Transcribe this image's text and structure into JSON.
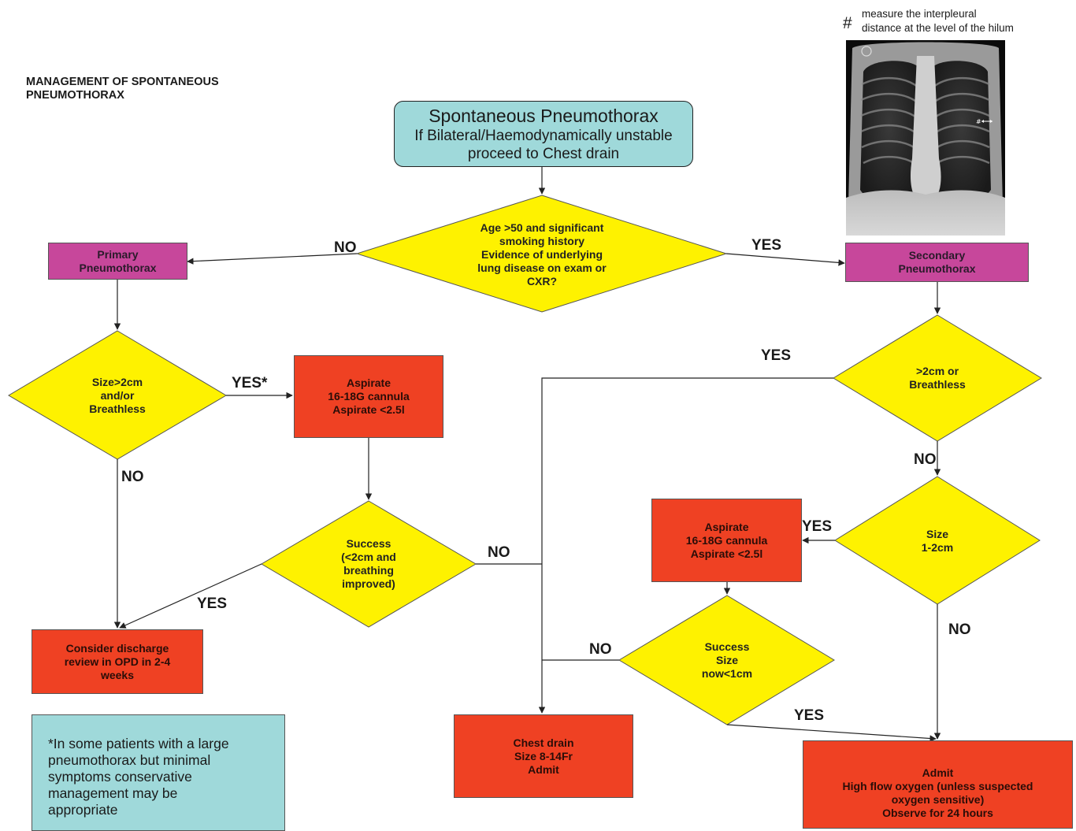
{
  "page_title": "MANAGEMENT OF SPONTANEOUS PNEUMOTHORAX",
  "start": {
    "title": "Spontaneous Pneumothorax",
    "line2": "If Bilateral/Haemodynamically unstable",
    "line3": "proceed to Chest drain"
  },
  "decision_age": [
    "Age >50 and significant",
    "smoking history",
    "Evidence of underlying",
    "lung disease on exam or",
    "CXR?"
  ],
  "primary": [
    "Primary",
    "Pneumothorax"
  ],
  "secondary": [
    "Secondary",
    "Pneumothorax"
  ],
  "decision_size_primary": [
    "Size>2cm",
    "and/or",
    "Breathless"
  ],
  "aspirate_primary": [
    "Aspirate",
    "16-18G cannula",
    "Aspirate <2.5l"
  ],
  "decision_success_primary": [
    "Success",
    "(<2cm and",
    "breathing",
    "improved)"
  ],
  "discharge": [
    "Consider discharge",
    "review in OPD in 2-4",
    "weeks"
  ],
  "note": [
    "*In some patients with a large",
    "pneumothorax but minimal",
    "symptoms conservative",
    "management may be",
    "appropriate"
  ],
  "decision_breathless_secondary": [
    ">2cm or",
    "Breathless"
  ],
  "decision_size_secondary": [
    "Size",
    "1-2cm"
  ],
  "aspirate_secondary": [
    "Aspirate",
    "16-18G cannula",
    "Aspirate <2.5l"
  ],
  "decision_success_secondary": [
    "Success",
    "Size",
    "now<1cm"
  ],
  "chest_drain": [
    "Chest drain",
    "Size 8-14Fr",
    "Admit"
  ],
  "admit": [
    "Admit",
    "High flow oxygen (unless suspected",
    "oxygen sensitive)",
    "Observe for 24 hours"
  ],
  "labels": {
    "no_primary": "NO",
    "yes_secondary": "YES",
    "yes_star": "YES*",
    "no_size_primary": "NO",
    "no_success_primary": "NO",
    "yes_success_primary": "YES",
    "yes_breathless": "YES",
    "no_breathless": "NO",
    "yes_size_secondary": "YES",
    "no_size_secondary": "NO",
    "no_success_secondary": "NO",
    "yes_success_secondary": "YES"
  },
  "xray_note": {
    "symbol": "#",
    "line1": "measure the interpleural",
    "line2": "distance at the level of the hilum"
  },
  "colors": {
    "start_fill": "#9fd9da",
    "decision_fill": "#fef200",
    "classification_fill": "#c7479b",
    "action_fill": "#ef4123"
  }
}
